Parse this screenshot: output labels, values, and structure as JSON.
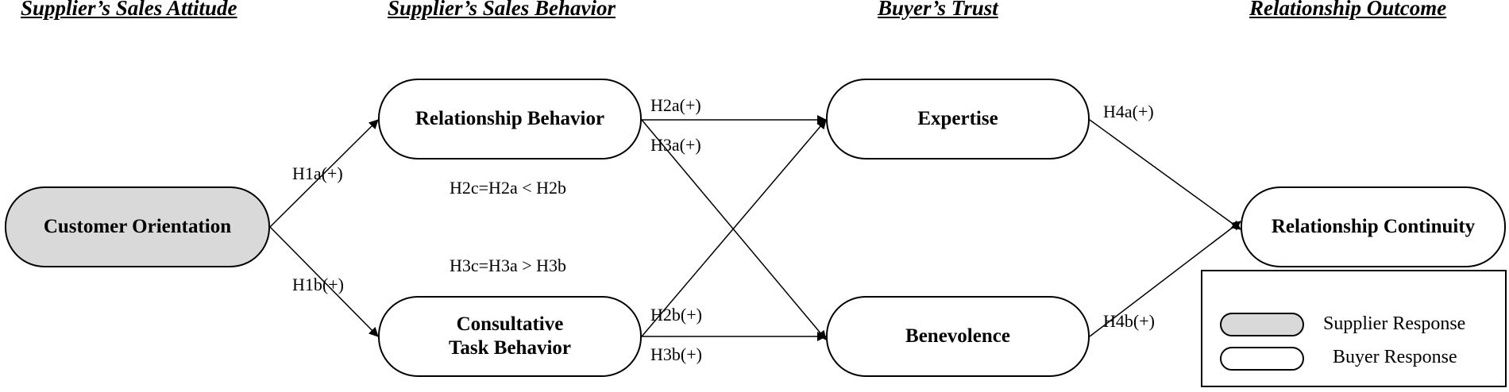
{
  "headers": {
    "attitude": "Supplier’s Sales Attitude",
    "behavior": "Supplier’s Sales Behavior",
    "trust": "Buyer’s Trust",
    "outcome": "Relationship Outcome"
  },
  "nodes": {
    "customer_orientation": "Customer Orientation",
    "relationship_behavior": "Relationship Behavior",
    "consultative_line1": "Consultative",
    "consultative_line2": "Task Behavior",
    "expertise": "Expertise",
    "benevolence": "Benevolence",
    "relationship_continuity": "Relationship Continuity"
  },
  "paths": {
    "h1a": "H1a(+)",
    "h1b": "H1b(+)",
    "h2a": "H2a(+)",
    "h3a": "H3a(+)",
    "h2b": "H2b(+)",
    "h3b": "H3b(+)",
    "h4a": "H4a(+)",
    "h4b": "H4b(+)"
  },
  "comparisons": {
    "h2": "H2c=H2a < H2b",
    "h3": "H3c=H3a > H3b"
  },
  "legend": {
    "supplier": "Supplier Response",
    "buyer": "Buyer Response"
  },
  "colors": {
    "supplier_fill": "#d9d9d9",
    "buyer_fill": "#ffffff",
    "line": "#000000"
  }
}
